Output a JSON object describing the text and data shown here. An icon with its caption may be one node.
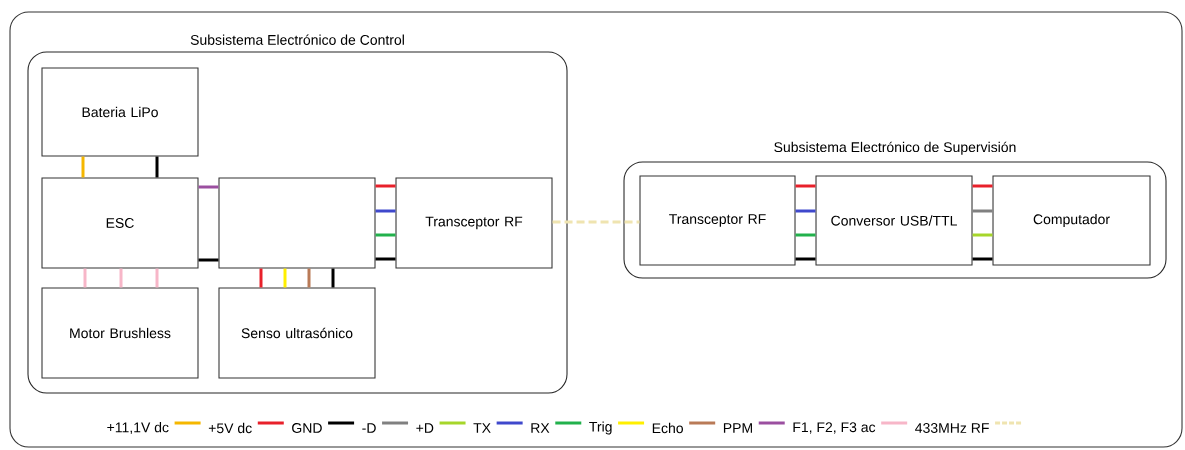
{
  "diagram": {
    "nodes": [
      {
        "text": [
          "Subsistema Electrónico de Control"
        ]
      },
      {
        "text": [
          "Bateria LiPo"
        ],
        "in": 0
      },
      {
        "text": [
          "ESC"
        ],
        "in": 0
      },
      {
        "text": [],
        "shape": "box",
        "in": 0
      },
      {
        "text": [
          "Transceptor RF"
        ],
        "in": 0
      },
      {
        "text": [
          "Motor Brushless"
        ],
        "in": 0
      },
      {
        "text": [
          "Senso ultrasónico"
        ],
        "in": 0
      },
      {
        "text": [
          "Subsistema Electrónico de Supervisión"
        ]
      },
      {
        "text": [
          "Transceptor RF"
        ],
        "in": 7
      },
      {
        "text": [
          "Conversor USB/TTL"
        ],
        "in": 7
      },
      {
        "text": [
          "Computador"
        ],
        "in": 7
      }
    ],
    "edges": [
      {
        "from": 1,
        "to": 2,
        "arrow": "none",
        "color": "#f5b700"
      },
      {
        "from": 1,
        "to": 2,
        "arrow": "none",
        "color": "#000000"
      },
      {
        "from": 2,
        "to": 3,
        "arrow": "none",
        "color": "#9b4fa0"
      },
      {
        "from": 2,
        "to": 3,
        "arrow": "none",
        "color": "#000000"
      },
      {
        "from": 3,
        "to": 4,
        "arrow": "none",
        "color": "#e8202a"
      },
      {
        "from": 3,
        "to": 4,
        "arrow": "none",
        "color": "#3f48cc"
      },
      {
        "from": 3,
        "to": 4,
        "arrow": "none",
        "color": "#22b14c"
      },
      {
        "from": 3,
        "to": 4,
        "arrow": "none",
        "color": "#000000"
      },
      {
        "from": 2,
        "to": 5,
        "arrow": "none",
        "color": "#f7b6c8"
      },
      {
        "from": 2,
        "to": 5,
        "arrow": "none",
        "color": "#f7b6c8"
      },
      {
        "from": 2,
        "to": 5,
        "arrow": "none",
        "color": "#f7b6c8"
      },
      {
        "from": 3,
        "to": 6,
        "arrow": "none",
        "color": "#e8202a"
      },
      {
        "from": 3,
        "to": 6,
        "arrow": "none",
        "color": "#ffef00"
      },
      {
        "from": 3,
        "to": 6,
        "arrow": "none",
        "color": "#b97a57"
      },
      {
        "from": 3,
        "to": 6,
        "arrow": "none",
        "color": "#000000"
      },
      {
        "from": 4,
        "to": 8,
        "arrow": "none",
        "style": "dashed",
        "color": "#efe4b0"
      },
      {
        "from": 8,
        "to": 9,
        "arrow": "none",
        "color": "#e8202a"
      },
      {
        "from": 8,
        "to": 9,
        "arrow": "none",
        "color": "#3f48cc"
      },
      {
        "from": 8,
        "to": 9,
        "arrow": "none",
        "color": "#22b14c"
      },
      {
        "from": 8,
        "to": 9,
        "arrow": "none",
        "color": "#000000"
      },
      {
        "from": 9,
        "to": 10,
        "arrow": "none",
        "color": "#e8202a"
      },
      {
        "from": 9,
        "to": 10,
        "arrow": "none",
        "color": "#808080"
      },
      {
        "from": 9,
        "to": 10,
        "arrow": "none",
        "color": "#a6d62a"
      },
      {
        "from": 9,
        "to": 10,
        "arrow": "none",
        "color": "#000000"
      }
    ],
    "legend": [
      {
        "text": "+11,1V dc",
        "color": "#f5b700"
      },
      {
        "text": "+5V dc",
        "color": "#e8202a"
      },
      {
        "text": "GND",
        "color": "#000000"
      },
      {
        "text": "-D",
        "color": "#808080"
      },
      {
        "text": "+D",
        "color": "#a6d62a"
      },
      {
        "text": "TX",
        "color": "#3f48cc"
      },
      {
        "text": "RX",
        "color": "#22b14c"
      },
      {
        "text": "Trig",
        "color": "#ffef00"
      },
      {
        "text": "Echo",
        "color": "#b97a57"
      },
      {
        "text": "PPM",
        "color": "#9b4fa0"
      },
      {
        "text": "F1, F2, F3 ac",
        "color": "#f7b6c8"
      },
      {
        "text": "433MHz RF",
        "color": "#efe4b0"
      }
    ]
  }
}
